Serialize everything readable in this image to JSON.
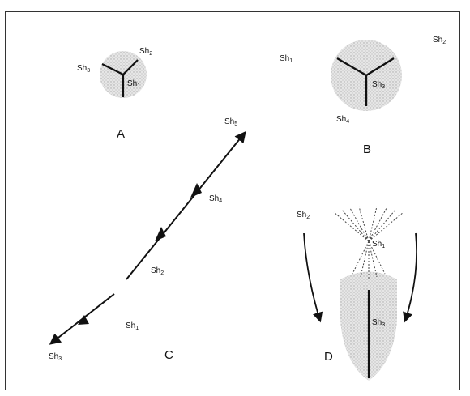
{
  "panels": {
    "A": "A",
    "B": "B",
    "C": "C",
    "D": "D"
  },
  "labels": {
    "sh_prefix": "Sh",
    "A": {
      "sh2": "2",
      "sh3": "3",
      "sh1": "1"
    },
    "B": {
      "sh1": "1",
      "sh2": "2",
      "sh3": "3",
      "sh4": "4"
    },
    "C": {
      "sh5": "5",
      "sh4": "4",
      "sh2": "2",
      "sh1": "1",
      "sh3": "3"
    },
    "D": {
      "sh2": "2",
      "sh1": "1",
      "sh3": "3"
    }
  },
  "colors": {
    "stroke": "#111111",
    "disc_fill": "#d4d4d4",
    "frame": "#333333"
  }
}
